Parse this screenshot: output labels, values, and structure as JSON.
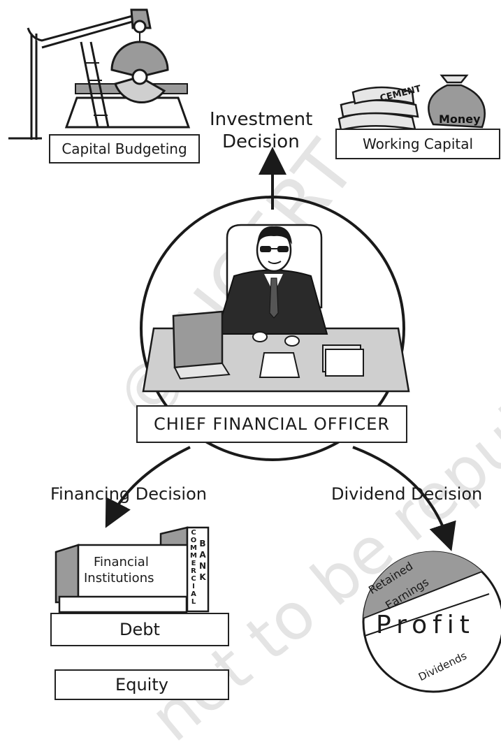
{
  "investment": {
    "title_line1": "Investment",
    "title_line2": "Decision",
    "capital_budgeting": "Capital Budgeting",
    "working_capital": "Working Capital",
    "cement_label": "CEMENT",
    "money_label": "Money"
  },
  "center": {
    "title": "CHIEF FINANCIAL OFFICER"
  },
  "financing": {
    "title": "Financing Decision",
    "institutions_line1": "Financial",
    "institutions_line2": "Institutions",
    "commercial_letters": [
      "C",
      "O",
      "M",
      "M",
      "E",
      "R",
      "C",
      "I",
      "A",
      "L"
    ],
    "bank_letters": [
      "B",
      "A",
      "N",
      "K"
    ],
    "debt": "Debt",
    "equity": "Equity"
  },
  "dividend": {
    "title": "Dividend Decision",
    "retained_line1": "Retained",
    "retained_line2": "Earnings",
    "profit": "Profit",
    "dividends": "Dividends"
  },
  "watermark": {
    "line1": "© NCERT",
    "line2": "not to be republished"
  },
  "colors": {
    "ink": "#1a1a1a",
    "shade": "#9a9a9a",
    "desk": "#cfcfcf",
    "watermark": "#cfcfcf"
  }
}
